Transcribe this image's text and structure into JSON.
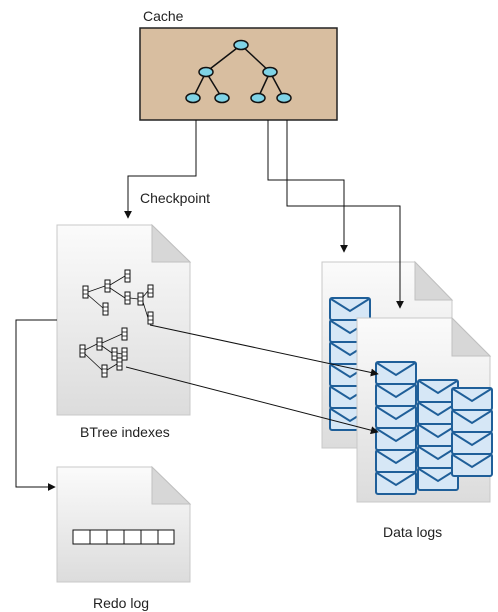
{
  "labels": {
    "cache": "Cache",
    "checkpoint": "Checkpoint",
    "btree": "BTree indexes",
    "redo": "Redo log",
    "data": "Data logs"
  },
  "colors": {
    "cache_fill": "#d8bea0",
    "node_fill": "#7fd3e6",
    "line": "#111111",
    "page_fill": "#f0f0f0",
    "log_icon_fill": "#cfe2f3",
    "log_icon_stroke": "#1f5f99"
  },
  "icons": {
    "cache": "tree-icon",
    "btree": "document-icon",
    "redo": "document-icon",
    "data": "envelope-stack-icon"
  },
  "counts": {
    "redo_log_cells": 6
  }
}
